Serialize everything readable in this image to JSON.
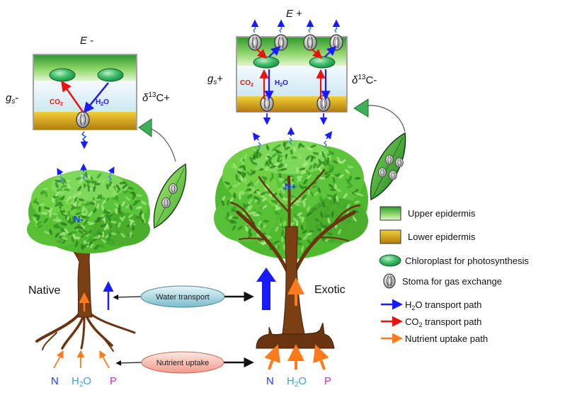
{
  "native_panel": {
    "title_letter": "E",
    "title_sign": " -",
    "gs_letter": "g",
    "gs_sub": "s",
    "gs_sign": "-",
    "delta_symbol": "δ",
    "delta_sup": "13",
    "delta_rest": "C+",
    "co2_main": "CO",
    "co2_sub": "2",
    "h2o_main": "H",
    "h2o_sub": "2",
    "h2o_end": "O"
  },
  "exotic_panel": {
    "title_letter": "E",
    "title_sign": " +",
    "gs_letter": "g",
    "gs_sub": "s",
    "gs_sign": "+",
    "delta_symbol": "δ",
    "delta_sup": "13",
    "delta_rest": "C-",
    "co2_main": "CO",
    "co2_sub": "2",
    "h2o_main": "H",
    "h2o_sub": "2",
    "h2o_end": "O"
  },
  "trees": {
    "native_label": "Native",
    "native_nitrogen": "N-",
    "exotic_label": "Exotic",
    "exotic_nitrogen": "N+"
  },
  "center": {
    "water_transport": "Water transport",
    "nutrient_uptake": "Nutrient uptake"
  },
  "nutrients": {
    "n": "N",
    "h2o_main": "H",
    "h2o_sub": "2",
    "h2o_end": "O",
    "p": "P"
  },
  "legend": [
    {
      "key": "upper",
      "text": "Upper epidermis"
    },
    {
      "key": "lower",
      "text": "Lower epidermis"
    },
    {
      "key": "chloro",
      "text": "Chloroplast for photosynthesis"
    },
    {
      "key": "stoma",
      "text": "Stoma for gas exchange"
    },
    {
      "key": "h2o",
      "pre": "H",
      "sub": "2",
      "post": "O transport path"
    },
    {
      "key": "co2",
      "pre": "CO",
      "sub": "2",
      "post": " transport path"
    },
    {
      "key": "nut",
      "text": "Nutrient uptake path"
    }
  ],
  "colors": {
    "h2o_arrow": "#1a1aff",
    "co2_arrow": "#ee1111",
    "nutrient_arrow": "#ff7a1a",
    "n_label": "#1a3cff",
    "h2o_label": "#3aa0e0",
    "p_label": "#dd2aa8",
    "upper_epidermis": "#6ac64a",
    "lower_epidermis": "#d9a41a",
    "foliage": "#5ec93a",
    "trunk": "#7a3f12"
  }
}
